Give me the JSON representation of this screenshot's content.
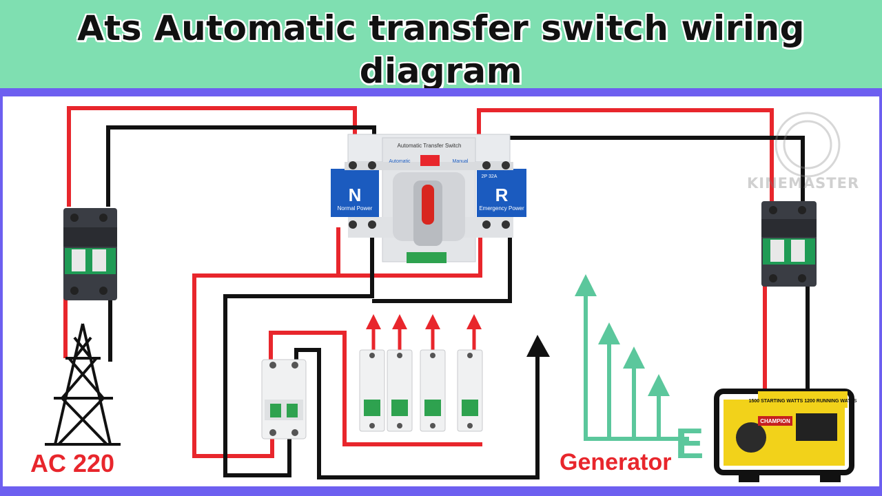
{
  "title": {
    "line1": "Ats Automatic transfer switch wiring",
    "line2": "diagram"
  },
  "labels": {
    "source": "AC 220",
    "generator": "Generator",
    "watermark": "KINEMASTER"
  },
  "ats": {
    "header": "Automatic Transfer Switch",
    "mode_auto": "Automatic",
    "mode_manual": "Manual",
    "left_letter": "N",
    "left_caption": "Normal Power",
    "right_letter": "R",
    "right_caption": "Emergency Power",
    "rating": "2P 32A"
  },
  "generator_unit": {
    "brand": "CHAMPION",
    "rating": "1500 STARTING WATTS  1200 RUNNING WATTS"
  },
  "colors": {
    "live_wire": "#e8262c",
    "neutral_wire": "#111111",
    "arrows_green": "#5bc79c",
    "title_band": "#7fdfb1",
    "frame": "#6d5ff0"
  }
}
